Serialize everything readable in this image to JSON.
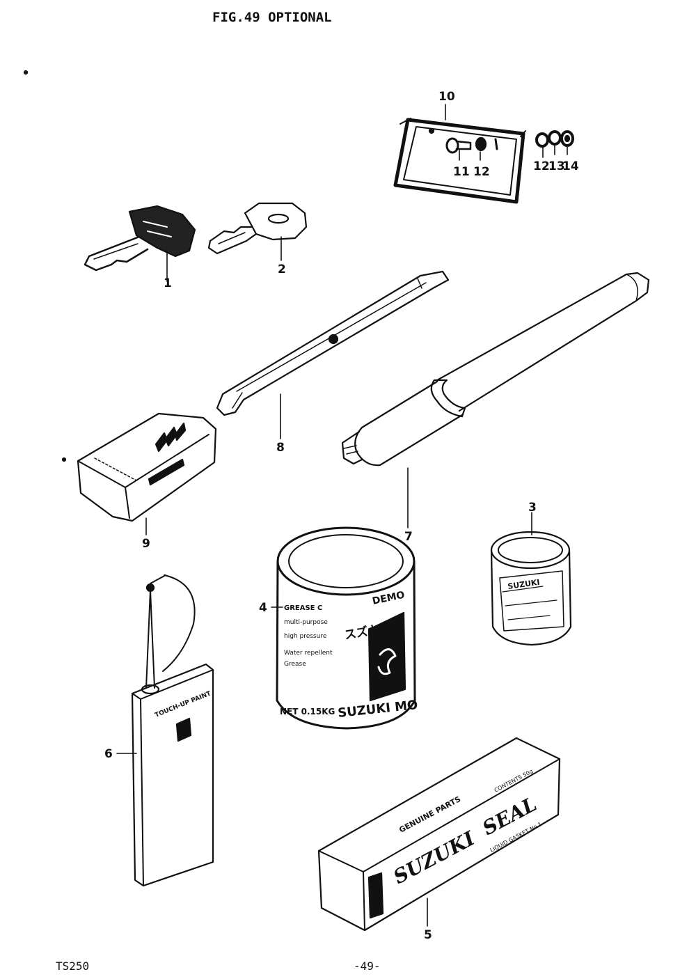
{
  "header": {
    "title": "FIG.49  OPTIONAL"
  },
  "footer": {
    "model": "TS250",
    "page": "-49-"
  },
  "callouts": [
    "1",
    "2",
    "3",
    "4",
    "5",
    "6",
    "7",
    "8",
    "9",
    "10",
    "11",
    "12",
    "12",
    "13",
    "14"
  ],
  "labels": {
    "can_small_brand": "SUZUKI",
    "can_large_top": "DEMO",
    "can_large_line1": "GREASE C",
    "can_large_line2": "multi-purpose",
    "can_large_line3": "high pressure",
    "can_large_line4": "Water repellent",
    "can_large_line5": "Grease",
    "can_large_kana": "スズキスー",
    "can_large_weight": "NET 0.15KG",
    "can_large_brand": "SUZUKI MO",
    "seal_header": "GENUINE PARTS",
    "seal_name_a": "SUZUKI",
    "seal_name_b": "SEAL",
    "seal_sub": "LIQUID GASKET No.1",
    "seal_corner": "CONTENTS 50g",
    "oil_can_label": "TOUCH-UP PAINT"
  },
  "colors": {
    "ink": "#111111",
    "paper": "#ffffff"
  }
}
